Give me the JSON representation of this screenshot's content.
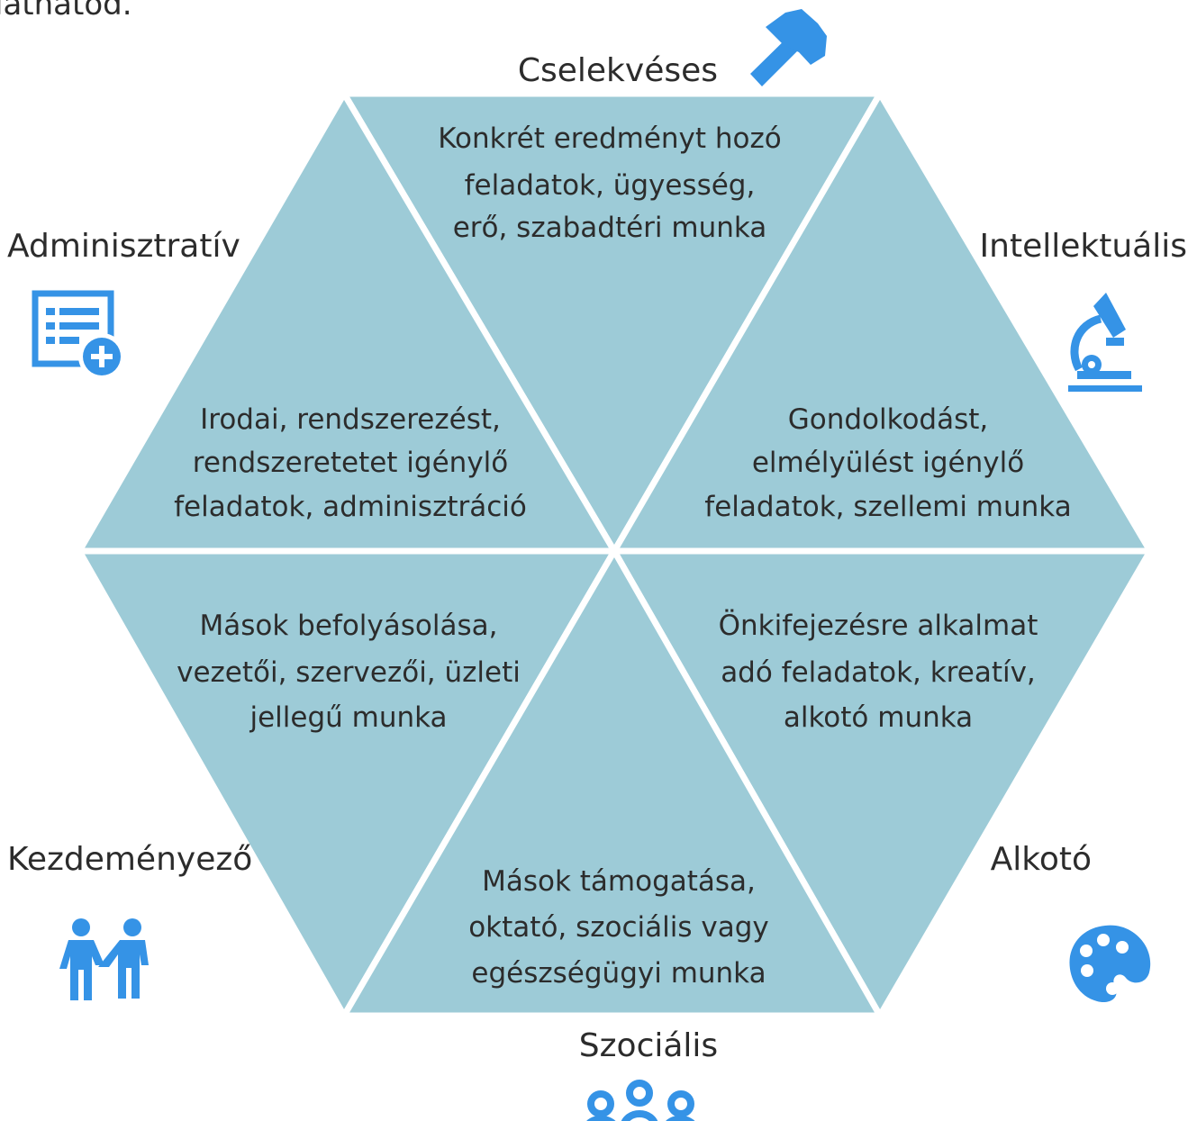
{
  "top_fragment": "lathatod.",
  "colors": {
    "segment_fill": "#9dcbd7",
    "segment_border": "#ffffff",
    "icon_accent": "#3593e6",
    "text": "#2c2c2c"
  },
  "segments": {
    "top": [
      "Konkrét eredményt hozó",
      "feladatok, ügyesség,",
      "erő, szabadtéri munka"
    ],
    "upper_left": [
      "Irodai, rendszerezést,",
      "rendszeretetet igénylő",
      "feladatok, adminisztráció"
    ],
    "upper_right": [
      "Gondolkodást,",
      "elmélyülést igénylő",
      "feladatok, szellemi munka"
    ],
    "lower_left": [
      "Mások befolyásolása,",
      "vezetői, szervezői, üzleti",
      "jellegű munka"
    ],
    "lower_right": [
      "Önkifejezésre alkalmat",
      "adó feladatok, kreatív,",
      "alkotó munka"
    ],
    "bottom": [
      "Mások támogatása,",
      "oktató, szociális vagy",
      "egészségügyi munka"
    ]
  },
  "categories": {
    "top": {
      "label": "Cselekvéses",
      "icon": "hammer-icon"
    },
    "left_upper": {
      "label": "Adminisztratív",
      "icon": "document-add-icon"
    },
    "right_upper": {
      "label": "Intellektuális",
      "icon": "microscope-icon"
    },
    "left_lower": {
      "label": "Kezdeményező",
      "icon": "two-people-icon"
    },
    "right_lower": {
      "label": "Alkotó",
      "icon": "palette-icon"
    },
    "bottom": {
      "label": "Szociális",
      "icon": "group-icon"
    }
  }
}
